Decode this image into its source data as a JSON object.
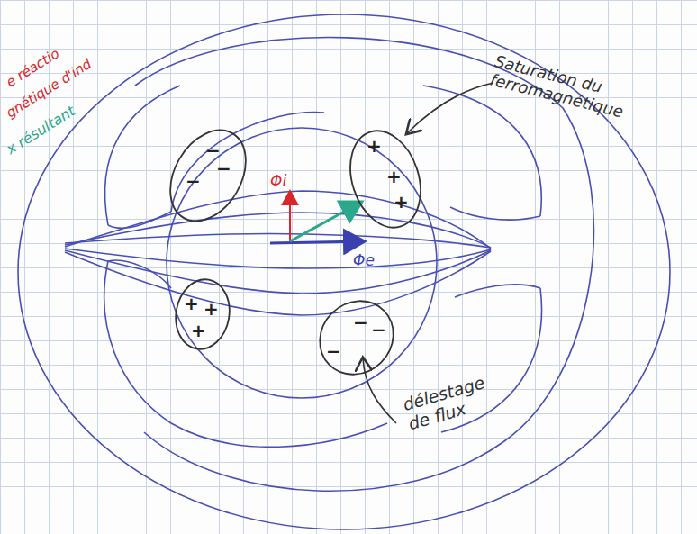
{
  "diagram": {
    "nodes": [
      {
        "text": [
          "−",
          "−",
          "−"
        ]
      },
      {
        "text": [
          "+",
          "+",
          "+"
        ]
      },
      {
        "text": [
          "+",
          "+",
          "+"
        ]
      },
      {
        "text": [
          "−",
          "−",
          "−"
        ]
      }
    ],
    "labels": [
      "e réactio",
      "gnétique d'ind",
      "x résultant",
      "Φi",
      "Φe",
      "Saturation du ferromagnétique",
      "délestage de flux"
    ]
  }
}
